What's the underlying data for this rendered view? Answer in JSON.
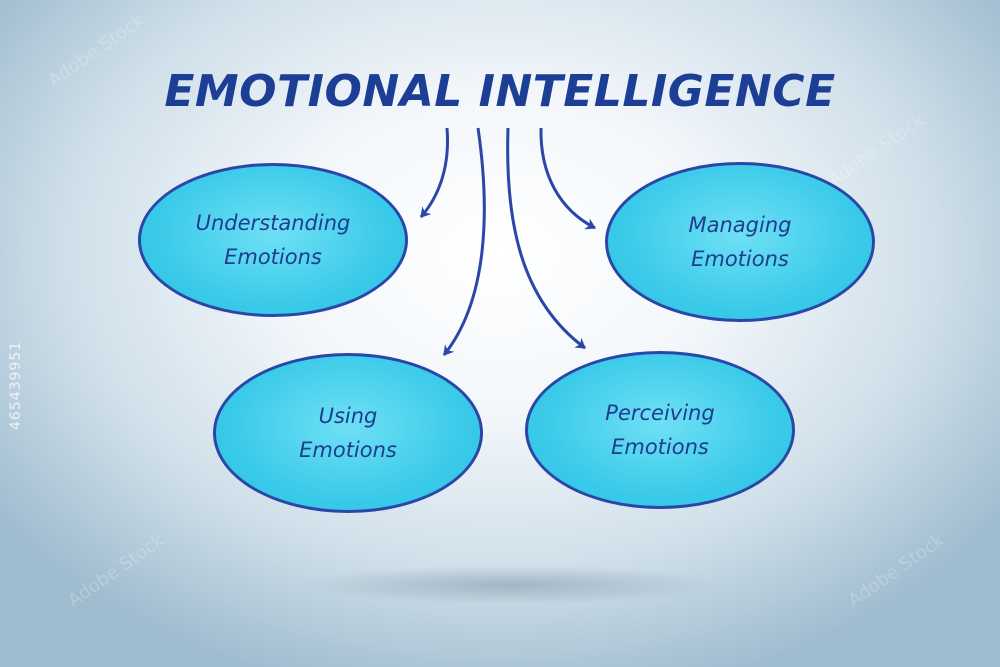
{
  "diagram": {
    "title": "EMOTIONAL INTELLIGENCE",
    "nodes": [
      {
        "id": "understanding",
        "label": "Understanding\nEmotions"
      },
      {
        "id": "managing",
        "label": "Managing\nEmotions"
      },
      {
        "id": "using",
        "label": "Using\nEmotions"
      },
      {
        "id": "perceiving",
        "label": "Perceiving\nEmotions"
      }
    ],
    "edges": [
      {
        "from": "title",
        "to": "understanding"
      },
      {
        "from": "title",
        "to": "managing"
      },
      {
        "from": "title",
        "to": "using"
      },
      {
        "from": "title",
        "to": "perceiving"
      }
    ]
  },
  "watermark": {
    "id": "465439951",
    "brand": "Adobe Stock"
  },
  "colors": {
    "title": "#1c3f95",
    "node_fill": "#3ccbea",
    "node_border": "#2a47a8",
    "arrow": "#2a47a8"
  }
}
